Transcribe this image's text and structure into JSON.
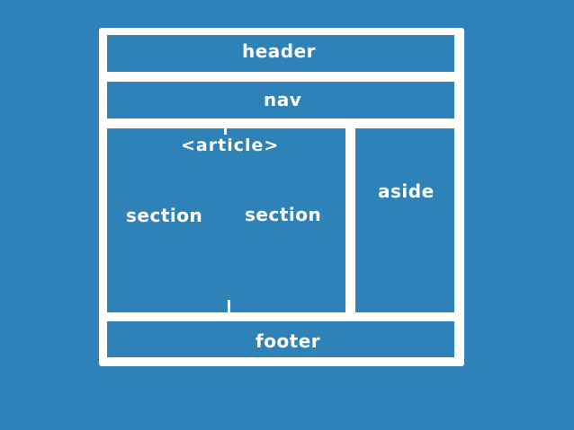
{
  "colors": {
    "background": "#2f82b8",
    "frame": "#ffffff",
    "text": "#ffffff"
  },
  "layout_regions": {
    "header": "header",
    "nav": "nav",
    "article": "<article>",
    "section_left": "section",
    "section_right": "section",
    "aside": "aside",
    "footer": "footer"
  }
}
